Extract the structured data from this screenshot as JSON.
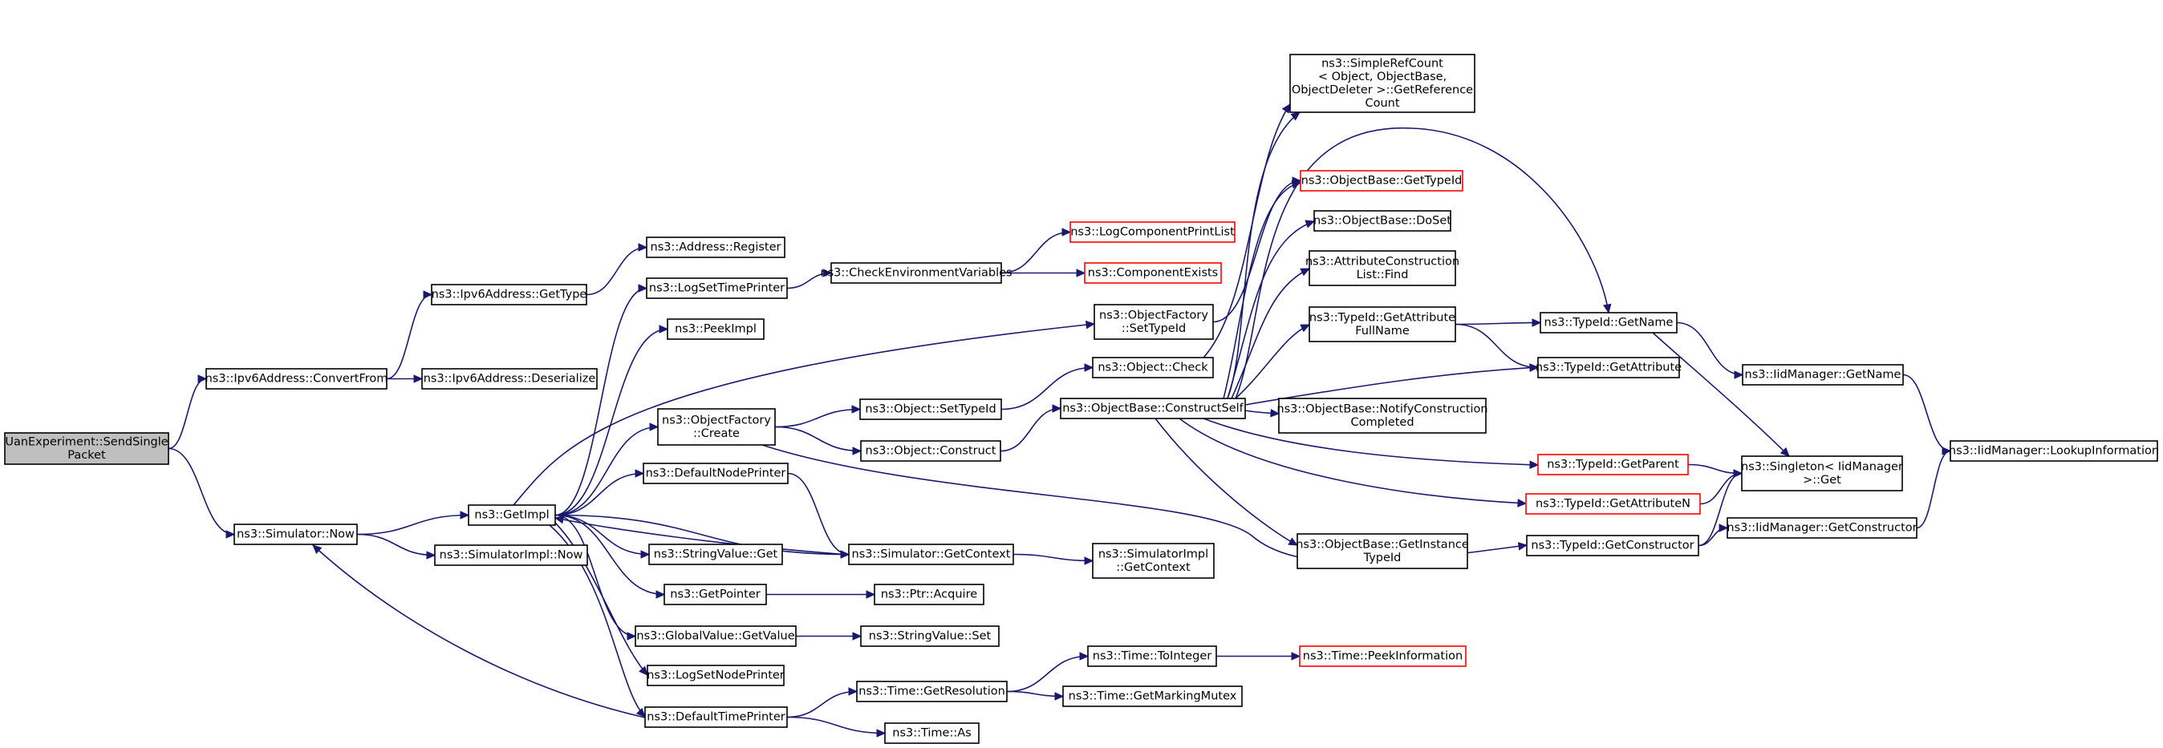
{
  "nodes": [
    {
      "id": "root",
      "lines": [
        "UanExperiment::SendSingle",
        "Packet"
      ],
      "root": true
    },
    {
      "id": "convertFrom",
      "lines": [
        "ns3::Ipv6Address::ConvertFrom"
      ]
    },
    {
      "id": "simNow",
      "lines": [
        "ns3::Simulator::Now"
      ]
    },
    {
      "id": "ipv6GetType",
      "lines": [
        "ns3::Ipv6Address::GetType"
      ]
    },
    {
      "id": "ipv6Deserialize",
      "lines": [
        "ns3::Ipv6Address::Deserialize"
      ]
    },
    {
      "id": "getImpl",
      "lines": [
        "ns3::GetImpl"
      ]
    },
    {
      "id": "simImplNow",
      "lines": [
        "ns3::SimulatorImpl::Now"
      ]
    },
    {
      "id": "addrRegister",
      "lines": [
        "ns3::Address::Register"
      ]
    },
    {
      "id": "logSetTimePrinter",
      "lines": [
        "ns3::LogSetTimePrinter"
      ]
    },
    {
      "id": "peekImpl",
      "lines": [
        "ns3::PeekImpl"
      ]
    },
    {
      "id": "ofCreate",
      "lines": [
        "ns3::ObjectFactory",
        "::Create"
      ]
    },
    {
      "id": "defaultNodePrinter",
      "lines": [
        "ns3::DefaultNodePrinter"
      ]
    },
    {
      "id": "stringValueGet",
      "lines": [
        "ns3::StringValue::Get"
      ]
    },
    {
      "id": "getPointer",
      "lines": [
        "ns3::GetPointer"
      ]
    },
    {
      "id": "gvGetValue",
      "lines": [
        "ns3::GlobalValue::GetValue"
      ]
    },
    {
      "id": "logSetNodePrinter",
      "lines": [
        "ns3::LogSetNodePrinter"
      ]
    },
    {
      "id": "defaultTimePrinter",
      "lines": [
        "ns3::DefaultTimePrinter"
      ]
    },
    {
      "id": "checkEnv",
      "lines": [
        "ns3::CheckEnvironmentVariables"
      ]
    },
    {
      "id": "objSetTypeId",
      "lines": [
        "ns3::Object::SetTypeId"
      ]
    },
    {
      "id": "objConstruct",
      "lines": [
        "ns3::Object::Construct"
      ]
    },
    {
      "id": "simGetContext",
      "lines": [
        "ns3::Simulator::GetContext"
      ]
    },
    {
      "id": "ptrAcquire",
      "lines": [
        "ns3::Ptr::Acquire"
      ]
    },
    {
      "id": "stringValueSet",
      "lines": [
        "ns3::StringValue::Set"
      ]
    },
    {
      "id": "timeGetResolution",
      "lines": [
        "ns3::Time::GetResolution"
      ]
    },
    {
      "id": "timeAs",
      "lines": [
        "ns3::Time::As"
      ]
    },
    {
      "id": "logCompPrintList",
      "lines": [
        "ns3::LogComponentPrintList"
      ],
      "truncated": true
    },
    {
      "id": "compExists",
      "lines": [
        "ns3::ComponentExists"
      ],
      "truncated": true
    },
    {
      "id": "ofSetTypeId",
      "lines": [
        "ns3::ObjectFactory",
        "::SetTypeId"
      ]
    },
    {
      "id": "objCheck",
      "lines": [
        "ns3::Object::Check"
      ]
    },
    {
      "id": "obConstructSelf",
      "lines": [
        "ns3::ObjectBase::ConstructSelf"
      ]
    },
    {
      "id": "simImplGetContext",
      "lines": [
        "ns3::SimulatorImpl",
        "::GetContext"
      ]
    },
    {
      "id": "timeToInteger",
      "lines": [
        "ns3::Time::ToInteger"
      ]
    },
    {
      "id": "timeGetMarkingMutex",
      "lines": [
        "ns3::Time::GetMarkingMutex"
      ]
    },
    {
      "id": "timePeekInfo",
      "lines": [
        "ns3::Time::PeekInformation"
      ],
      "truncated": true
    },
    {
      "id": "simpleRefCount",
      "lines": [
        "ns3::SimpleRefCount",
        "< Object, ObjectBase,",
        "ObjectDeleter >::GetReference",
        "Count"
      ]
    },
    {
      "id": "obGetTypeId",
      "lines": [
        "ns3::ObjectBase::GetTypeId"
      ],
      "truncated": true
    },
    {
      "id": "obDoSet",
      "lines": [
        "ns3::ObjectBase::DoSet"
      ]
    },
    {
      "id": "acListFind",
      "lines": [
        "ns3::AttributeConstruction",
        "List::Find"
      ]
    },
    {
      "id": "tidGetAttrFullName",
      "lines": [
        "ns3::TypeId::GetAttribute",
        "FullName"
      ]
    },
    {
      "id": "obNotifyConstructionCompleted",
      "lines": [
        "ns3::ObjectBase::NotifyConstruction",
        "Completed"
      ]
    },
    {
      "id": "tidGetParent",
      "lines": [
        "ns3::TypeId::GetParent"
      ],
      "truncated": true
    },
    {
      "id": "tidGetAttributeN",
      "lines": [
        "ns3::TypeId::GetAttributeN"
      ],
      "truncated": true
    },
    {
      "id": "obGetInstanceTypeId",
      "lines": [
        "ns3::ObjectBase::GetInstance",
        "TypeId"
      ]
    },
    {
      "id": "tidGetConstructor",
      "lines": [
        "ns3::TypeId::GetConstructor"
      ]
    },
    {
      "id": "tidGetName",
      "lines": [
        "ns3::TypeId::GetName"
      ]
    },
    {
      "id": "tidGetAttribute",
      "lines": [
        "ns3::TypeId::GetAttribute"
      ]
    },
    {
      "id": "iidMgrGetName",
      "lines": [
        "ns3::IidManager::GetName"
      ]
    },
    {
      "id": "singletonGet",
      "lines": [
        "ns3::Singleton< IidManager",
        ">::Get"
      ]
    },
    {
      "id": "iidMgrGetConstructor",
      "lines": [
        "ns3::IidManager::GetConstructor"
      ]
    },
    {
      "id": "iidMgrLookupInfo",
      "lines": [
        "ns3::IidManager::LookupInformation"
      ]
    }
  ],
  "edges": [
    [
      "root",
      "convertFrom"
    ],
    [
      "root",
      "simNow"
    ],
    [
      "convertFrom",
      "ipv6GetType"
    ],
    [
      "convertFrom",
      "ipv6Deserialize"
    ],
    [
      "ipv6GetType",
      "addrRegister"
    ],
    [
      "simNow",
      "getImpl"
    ],
    [
      "simNow",
      "simImplNow"
    ],
    [
      "getImpl",
      "logSetTimePrinter"
    ],
    [
      "getImpl",
      "peekImpl"
    ],
    [
      "getImpl",
      "ofSetTypeId"
    ],
    [
      "getImpl",
      "ofCreate"
    ],
    [
      "getImpl",
      "defaultNodePrinter"
    ],
    [
      "getImpl",
      "simGetContext"
    ],
    [
      "getImpl",
      "stringValueGet"
    ],
    [
      "getImpl",
      "getPointer"
    ],
    [
      "getImpl",
      "gvGetValue"
    ],
    [
      "getImpl",
      "logSetNodePrinter"
    ],
    [
      "getImpl",
      "defaultTimePrinter"
    ],
    [
      "logSetTimePrinter",
      "checkEnv"
    ],
    [
      "checkEnv",
      "logCompPrintList"
    ],
    [
      "checkEnv",
      "compExists"
    ],
    [
      "ofCreate",
      "objSetTypeId"
    ],
    [
      "ofCreate",
      "objConstruct"
    ],
    [
      "ofCreate",
      "tidGetConstructor"
    ],
    [
      "defaultNodePrinter",
      "simGetContext"
    ],
    [
      "getPointer",
      "ptrAcquire"
    ],
    [
      "gvGetValue",
      "stringValueSet"
    ],
    [
      "defaultTimePrinter",
      "simNow"
    ],
    [
      "defaultTimePrinter",
      "timeGetResolution"
    ],
    [
      "defaultTimePrinter",
      "timeAs"
    ],
    [
      "objSetTypeId",
      "objCheck"
    ],
    [
      "objConstruct",
      "obConstructSelf"
    ],
    [
      "simGetContext",
      "getImpl"
    ],
    [
      "simGetContext",
      "simImplGetContext"
    ],
    [
      "timeGetResolution",
      "timeToInteger"
    ],
    [
      "timeGetResolution",
      "timeGetMarkingMutex"
    ],
    [
      "timeToInteger",
      "timePeekInfo"
    ],
    [
      "ofSetTypeId",
      "obGetTypeId"
    ],
    [
      "objCheck",
      "simpleRefCount"
    ],
    [
      "obConstructSelf",
      "tidGetName"
    ],
    [
      "obConstructSelf",
      "simpleRefCount"
    ],
    [
      "obConstructSelf",
      "obDoSet"
    ],
    [
      "obConstructSelf",
      "acListFind"
    ],
    [
      "obConstructSelf",
      "tidGetAttrFullName"
    ],
    [
      "obConstructSelf",
      "tidGetAttribute"
    ],
    [
      "obConstructSelf",
      "obNotifyConstructionCompleted"
    ],
    [
      "obConstructSelf",
      "tidGetParent"
    ],
    [
      "obConstructSelf",
      "tidGetAttributeN"
    ],
    [
      "obConstructSelf",
      "obGetInstanceTypeId"
    ],
    [
      "obConstructSelf",
      "obGetTypeId"
    ],
    [
      "tidGetAttrFullName",
      "tidGetName"
    ],
    [
      "tidGetAttrFullName",
      "tidGetAttribute"
    ],
    [
      "tidGetName",
      "iidMgrGetName"
    ],
    [
      "tidGetName",
      "singletonGet"
    ],
    [
      "tidGetParent",
      "singletonGet"
    ],
    [
      "tidGetAttributeN",
      "singletonGet"
    ],
    [
      "tidGetConstructor",
      "singletonGet"
    ],
    [
      "tidGetConstructor",
      "iidMgrGetConstructor"
    ],
    [
      "iidMgrGetName",
      "iidMgrLookupInfo"
    ],
    [
      "iidMgrGetConstructor",
      "iidMgrLookupInfo"
    ]
  ]
}
